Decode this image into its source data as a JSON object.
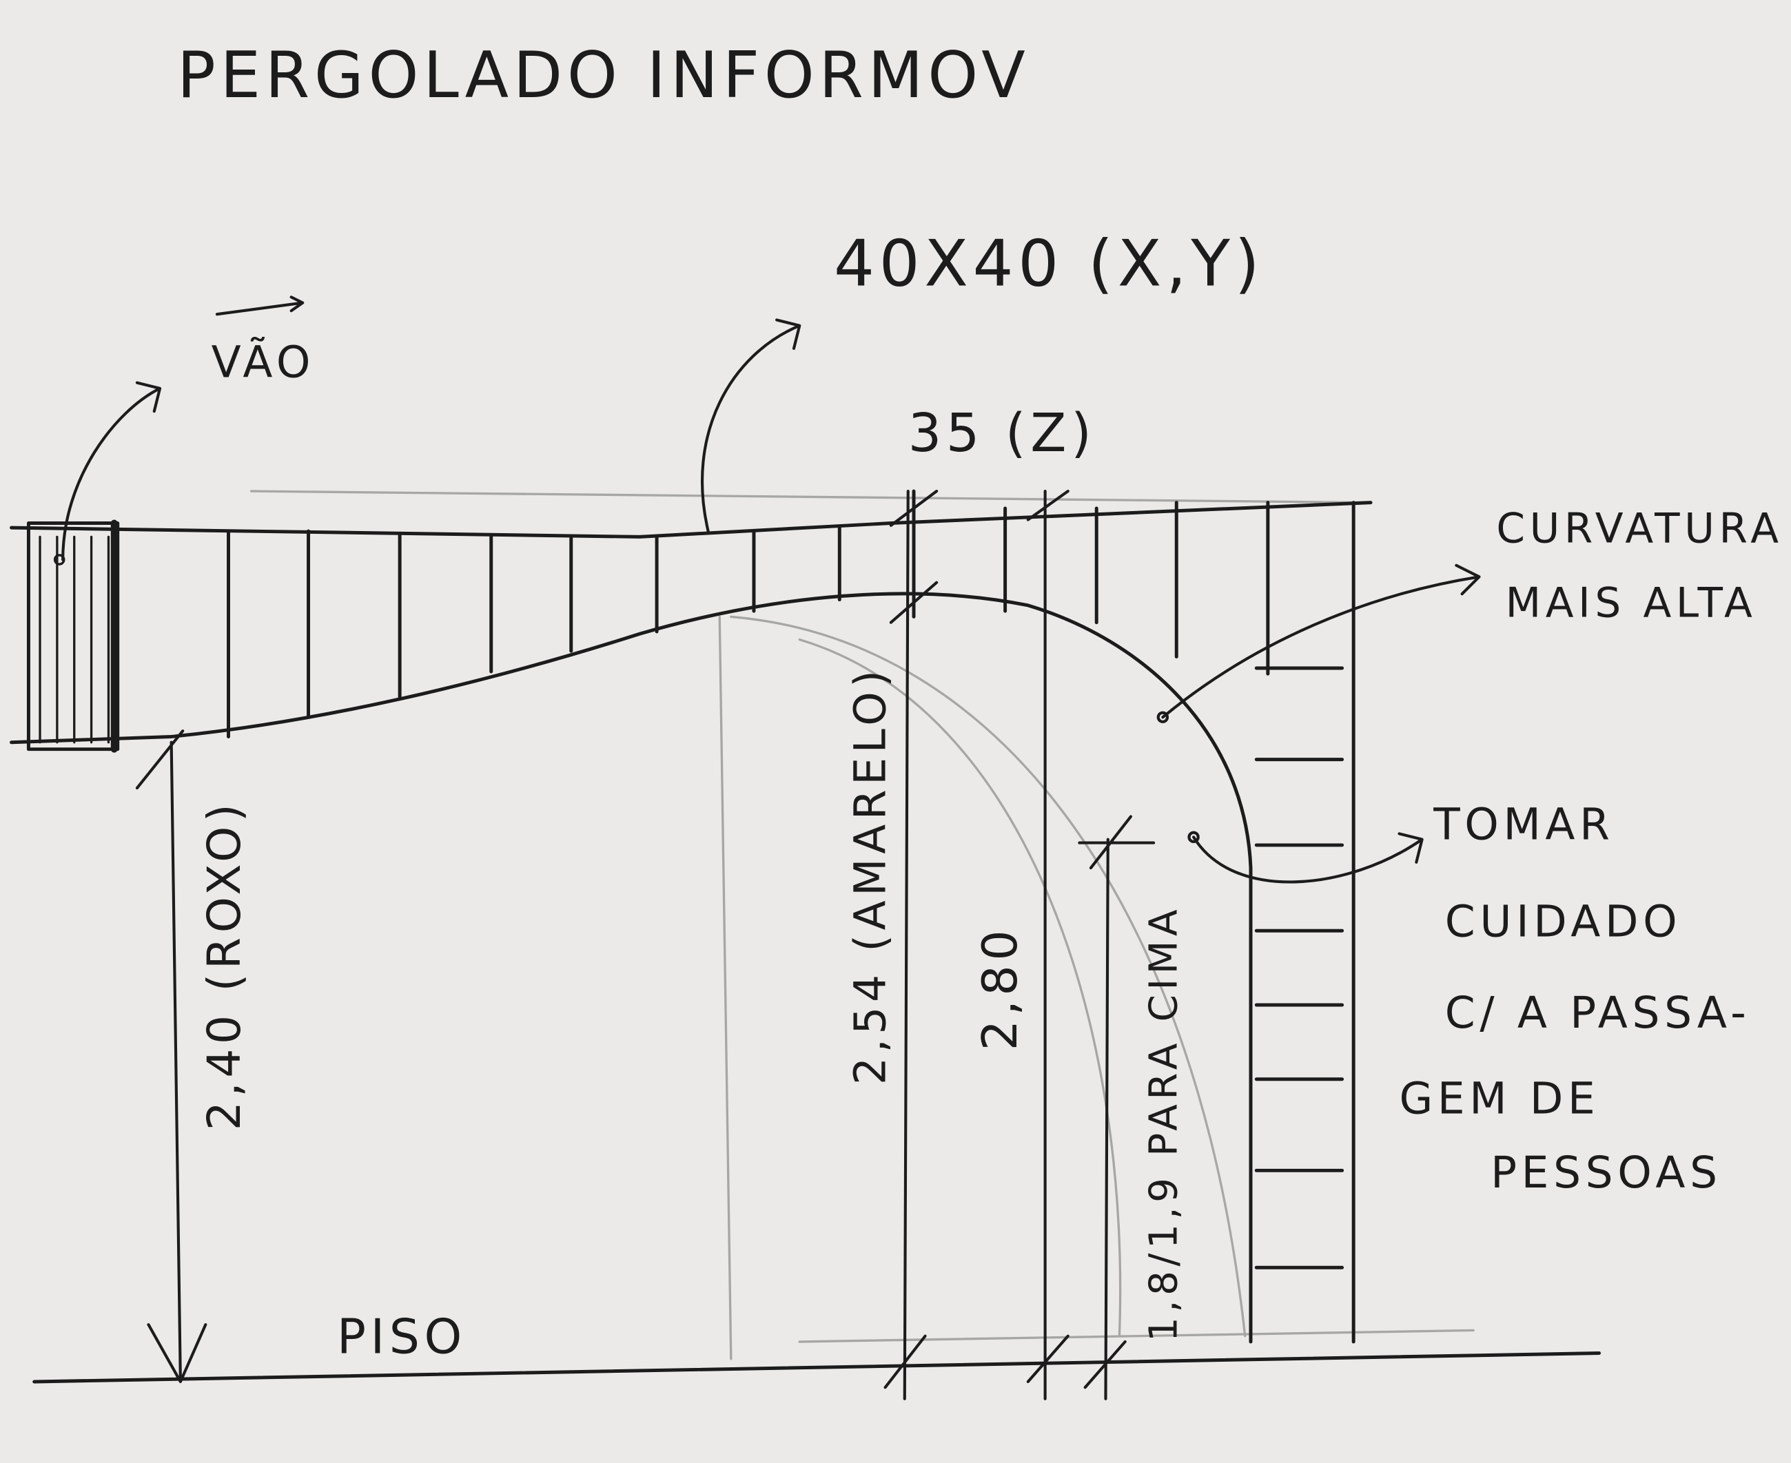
{
  "title": "PERGOLADO INFORMOV",
  "annotations": {
    "section": "40X40 (X,Y)",
    "span": "VÃO",
    "depth": "35 (Z)",
    "curvature_line1": "CURVATURA",
    "curvature_line2": "MAIS ALTA",
    "warning_line1": "TOMAR",
    "warning_line2": "CUIDADO",
    "warning_line3": "C/ A PASSA-",
    "warning_line4": "GEM DE",
    "warning_line5": "PESSOAS",
    "floor": "PISO"
  },
  "dimensions": {
    "left_height": "2,40 (ROXO)",
    "mid_height": "2,54 (AMARELO)",
    "top_height": "2,80",
    "clearance": "1,8/1,9 PARA CIMA"
  },
  "colors": {
    "paper": "#ebeae8",
    "ink": "#1c1c1c",
    "pencil": "#8a8a8a"
  }
}
